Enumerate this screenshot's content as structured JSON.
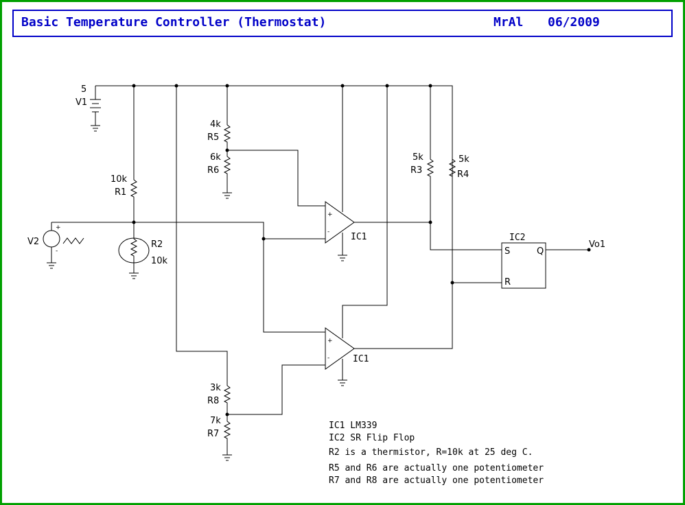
{
  "title": {
    "text": "Basic Temperature Controller (Thermostat)",
    "author": "MrAl",
    "date": "06/2009",
    "color": "#0000c8"
  },
  "frame_color": "#00a000",
  "components": {
    "v1": {
      "ref": "V1",
      "value": "5"
    },
    "v2": {
      "ref": "V2",
      "plus": "+",
      "minus": "-"
    },
    "r1": {
      "ref": "R1",
      "value": "10k"
    },
    "r2": {
      "ref": "R2",
      "value": "10k"
    },
    "r3": {
      "ref": "R3",
      "value": "5k"
    },
    "r4": {
      "ref": "R4",
      "value": "5k"
    },
    "r5": {
      "ref": "R5",
      "value": "4k"
    },
    "r6": {
      "ref": "R6",
      "value": "6k"
    },
    "r7": {
      "ref": "R7",
      "value": "7k"
    },
    "r8": {
      "ref": "R8",
      "value": "3k"
    },
    "ic1_top": {
      "ref": "IC1",
      "plus": "+",
      "minus": "-"
    },
    "ic1_bottom": {
      "ref": "IC1",
      "plus": "+",
      "minus": "-"
    },
    "ic2": {
      "ref": "IC2",
      "s": "S",
      "r": "R",
      "q": "Q"
    },
    "output": {
      "label": "Vo1"
    }
  },
  "notes": [
    "IC1  LM339",
    "IC2  SR Flip Flop",
    "R2 is a thermistor, R=10k at 25 deg C.",
    "R5 and R6 are actually one potentiometer",
    "R7 and R8 are actually one potentiometer"
  ]
}
